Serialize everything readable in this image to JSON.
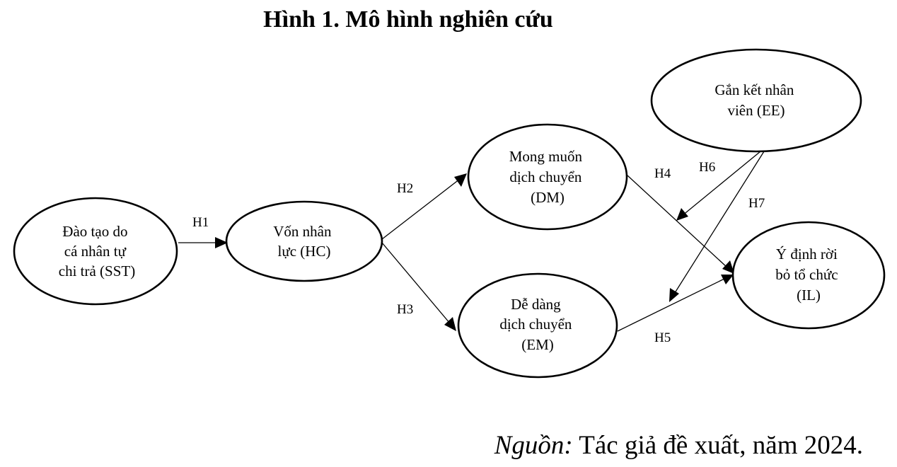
{
  "title": "Hình 1. Mô hình nghiên cứu",
  "source": {
    "label": "Nguồn:",
    "text": " Tác giả đề xuất, năm 2024."
  },
  "nodes": {
    "sst": [
      "Đào tạo do",
      "cá nhân tự",
      "chi trả (SST)"
    ],
    "hc": [
      "Vốn nhân",
      "lực (HC)"
    ],
    "dm": [
      "Mong muốn",
      "dịch chuyển",
      "(DM)"
    ],
    "em": [
      "Dễ dàng",
      "dịch chuyển",
      "(EM)"
    ],
    "ee": [
      "Gắn kết nhân",
      "viên (EE)"
    ],
    "il": [
      "Ý định rời",
      "bỏ tổ chức",
      "(IL)"
    ]
  },
  "edges": {
    "h1": "H1",
    "h2": "H2",
    "h3": "H3",
    "h4": "H4",
    "h5": "H5",
    "h6": "H6",
    "h7": "H7"
  }
}
